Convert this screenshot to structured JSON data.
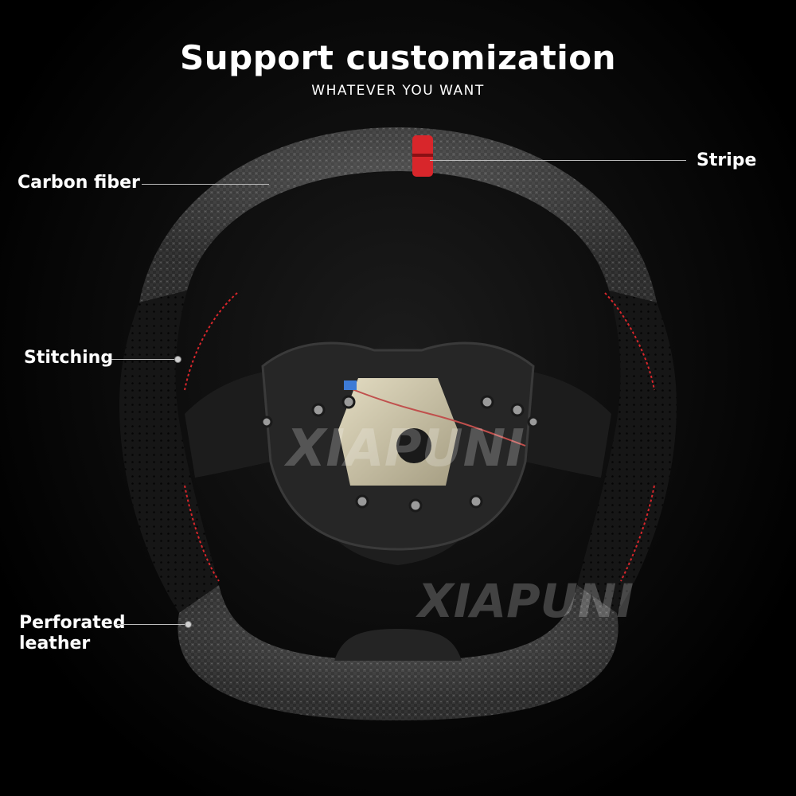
{
  "header": {
    "title": "Support customization",
    "subtitle": "WHATEVER YOU WANT"
  },
  "callouts": {
    "carbon_fiber": "Carbon fiber",
    "stripe": "Stripe",
    "stitching": "Stitching",
    "perforated_line1": "Perforated",
    "perforated_line2": "leather"
  },
  "watermarks": {
    "center": "XIAPUNI",
    "lower": "XIAPUNI"
  },
  "colors": {
    "background": "#000000",
    "carbon": "#2a2a2a",
    "leather": "#151515",
    "stripe": "#d8262b",
    "stitch": "#d8262b",
    "hub_metal": "#cfc6a8",
    "text": "#ffffff"
  },
  "icons": {
    "callout_marker": "dot-icon"
  }
}
